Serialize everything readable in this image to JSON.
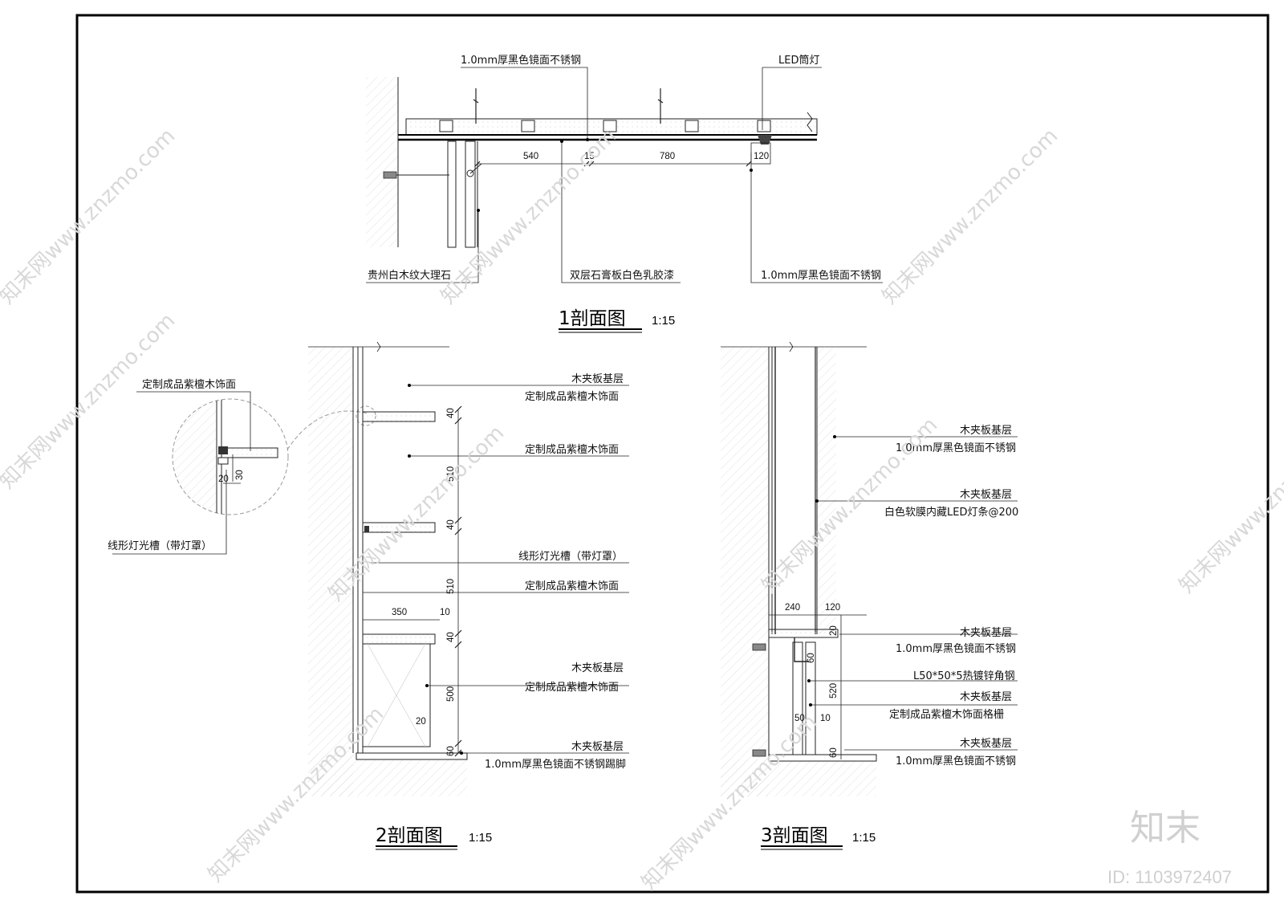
{
  "section1": {
    "title": "1剖面图",
    "scale": "1:15",
    "labels": {
      "top_steel": "1.0mm厚黑色镜面不锈钢",
      "led": "LED筒灯",
      "marble": "贵州白木纹大理石",
      "gypsum": "双层石膏板白色乳胶漆",
      "bottom_steel": "1.0mm厚黑色镜面不锈钢"
    },
    "dims": [
      "540",
      "15",
      "780",
      "120"
    ]
  },
  "detail": {
    "top": "定制成品紫檀木饰面",
    "bottom": "线形灯光槽（带灯罩）",
    "dims": [
      "20",
      "30"
    ]
  },
  "section2": {
    "title": "2剖面图",
    "scale": "1:15",
    "labels": {
      "l1a": "木夹板基层",
      "l1b": "定制成品紫檀木饰面",
      "l2": "定制成品紫檀木饰面",
      "l3": "线形灯光槽（带灯罩）",
      "l4": "定制成品紫檀木饰面",
      "l5a": "木夹板基层",
      "l5b": "定制成品紫檀木饰面",
      "l6a": "木夹板基层",
      "l6b": "1.0mm厚黑色镜面不锈钢踢脚"
    },
    "dims": [
      "40",
      "510",
      "40",
      "510",
      "40",
      "500",
      "60",
      "350",
      "10",
      "20"
    ]
  },
  "section3": {
    "title": "3剖面图",
    "scale": "1:15",
    "labels": {
      "l1a": "木夹板基层",
      "l1b": "1.0mm厚黑色镜面不锈钢",
      "l2a": "木夹板基层",
      "l2b": "白色软膜内藏LED灯条@200",
      "l3a": "木夹板基层",
      "l3b": "1.0mm厚黑色镜面不锈钢",
      "l4": "L50*50*5热镀锌角钢",
      "l5a": "木夹板基层",
      "l5b": "定制成品紫檀木饰面格栅",
      "l6a": "木夹板基层",
      "l6b": "1.0mm厚黑色镜面不锈钢"
    },
    "dims": [
      "240",
      "120",
      "20",
      "60",
      "520",
      "50",
      "10",
      "60"
    ]
  },
  "watermark": {
    "text": "知末网www.znzmo.com",
    "brand": "知末",
    "id": "ID: 1103972407"
  }
}
